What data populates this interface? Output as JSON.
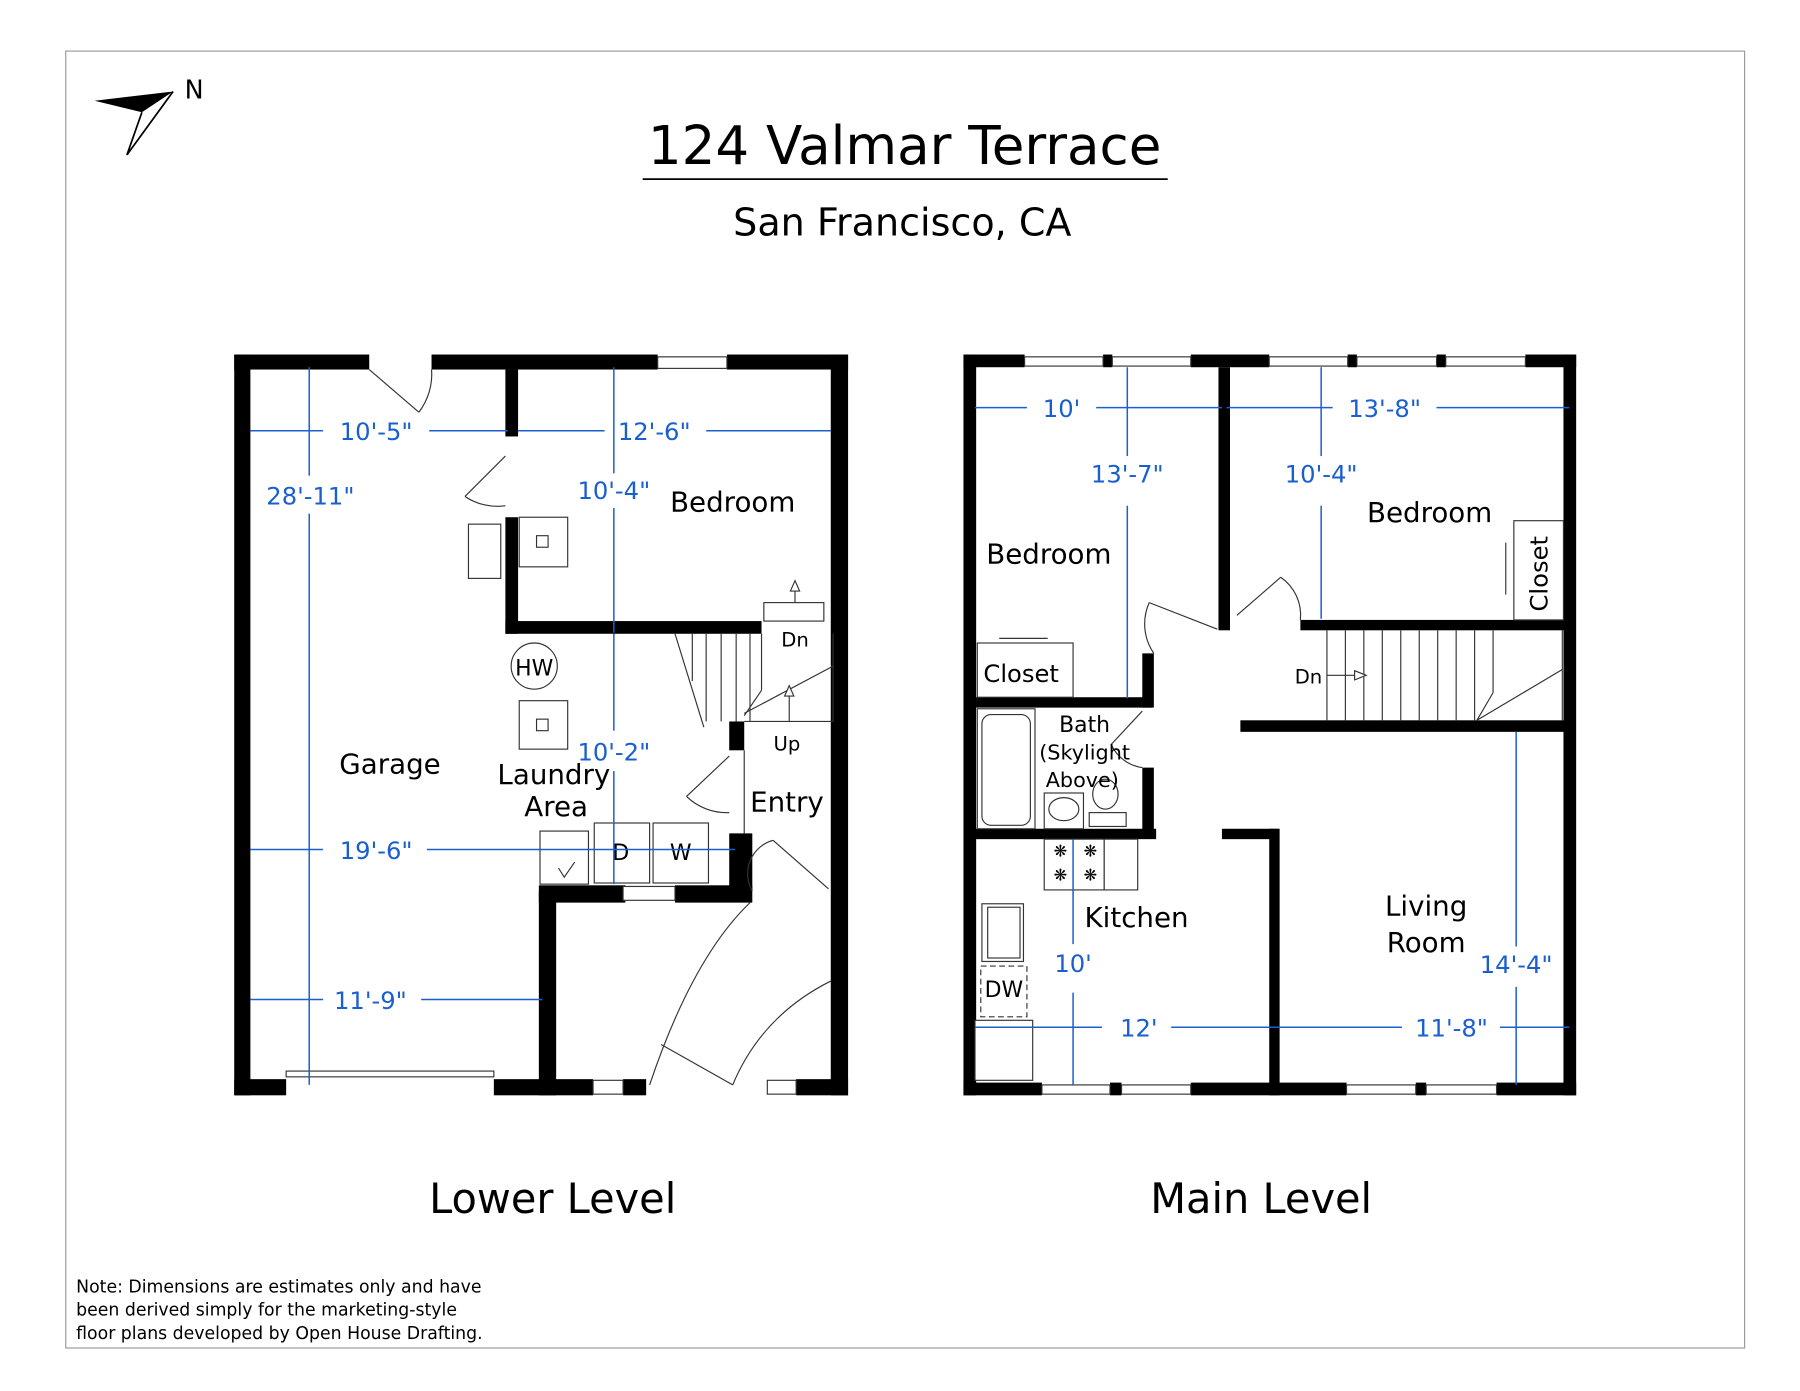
{
  "title": "124 Valmar Terrace",
  "subtitle": "San Francisco, CA",
  "compass": {
    "label": "N"
  },
  "lower_level": {
    "label": "Lower Level",
    "rooms": {
      "garage": "Garage",
      "bedroom": "Bedroom",
      "laundry_1": "Laundry",
      "laundry_2": "Area",
      "entry": "Entry"
    },
    "fixtures": {
      "hw": "HW",
      "dryer": "D",
      "washer": "W",
      "stairs_dn": "Dn",
      "stairs_up": "Up"
    },
    "dimensions": {
      "garage_width_top": "10'-5\"",
      "garage_length": "28'-11\"",
      "bedroom_width": "12'-6\"",
      "bedroom_depth": "10'-4\"",
      "laundry_depth": "10'-2\"",
      "overall_width": "19'-6\"",
      "garage_width_bottom": "11'-9\""
    }
  },
  "main_level": {
    "label": "Main Level",
    "rooms": {
      "bedroom_left": "Bedroom",
      "bedroom_right": "Bedroom",
      "closet_left": "Closet",
      "closet_right": "Closet",
      "bath_1": "Bath",
      "bath_2": "(Skylight",
      "bath_3": "Above)",
      "kitchen": "Kitchen",
      "living_1": "Living",
      "living_2": "Room"
    },
    "fixtures": {
      "dw": "DW",
      "stairs_dn": "Dn"
    },
    "dimensions": {
      "bedroom_left_width": "10'",
      "bedroom_left_depth": "13'-7\"",
      "bedroom_right_width": "13'-8\"",
      "bedroom_right_depth": "10'-4\"",
      "kitchen_depth": "10'",
      "kitchen_width": "12'",
      "living_width": "11'-8\"",
      "living_depth": "14'-4\""
    }
  },
  "note": [
    "Note: Dimensions are estimates only and have",
    "been derived simply for the marketing-style",
    "floor plans developed by Open House Drafting."
  ]
}
